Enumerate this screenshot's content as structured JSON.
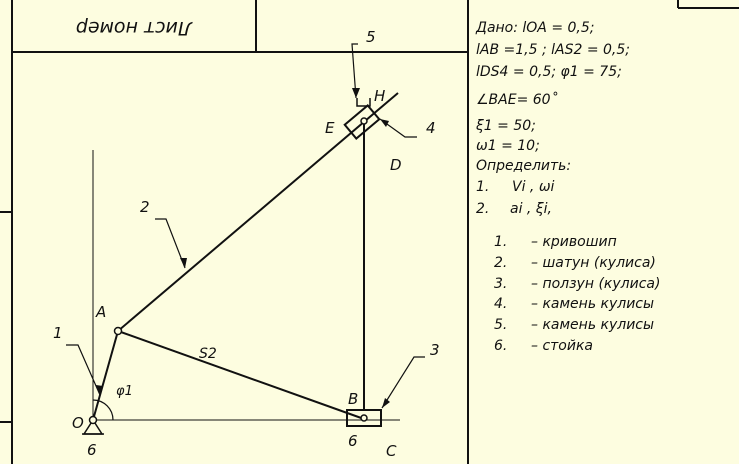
{
  "header": {
    "stamp_text": "Лист номер"
  },
  "given": {
    "line1": "Дано: lOA = 0,5;",
    "line2": "lAB =1,5 ;  lAS2 = 0,5;",
    "line3": "lDS4 = 0,5; φ1 = 75;",
    "line4": "∠BAE= 60˚",
    "line5": "ξ1 = 50;",
    "line6": "ω1 = 10;",
    "line7": "Определить:",
    "task1_num": "1.",
    "task1_text": "Vi , ωi",
    "task2_num": "2.",
    "task2_text": "ai , ξi,"
  },
  "legend": [
    {
      "num": "1.",
      "text": "– кривошип"
    },
    {
      "num": "2.",
      "text": "– шатун (кулиса)"
    },
    {
      "num": "3.",
      "text": "– ползун (кулиса)"
    },
    {
      "num": "4.",
      "text": "– камень кулисы"
    },
    {
      "num": "5.",
      "text": "– камень кулисы"
    },
    {
      "num": "6.",
      "text": "– стойка"
    }
  ],
  "labels": {
    "O": "O",
    "A": "A",
    "B": "B",
    "C": "C",
    "D": "D",
    "E": "E",
    "H": "H",
    "S2": "S2",
    "phi1": "φ1",
    "n1": "1",
    "n2": "2",
    "n3": "3",
    "n4": "4",
    "n5": "5",
    "n6a": "6",
    "n6b": "6"
  }
}
